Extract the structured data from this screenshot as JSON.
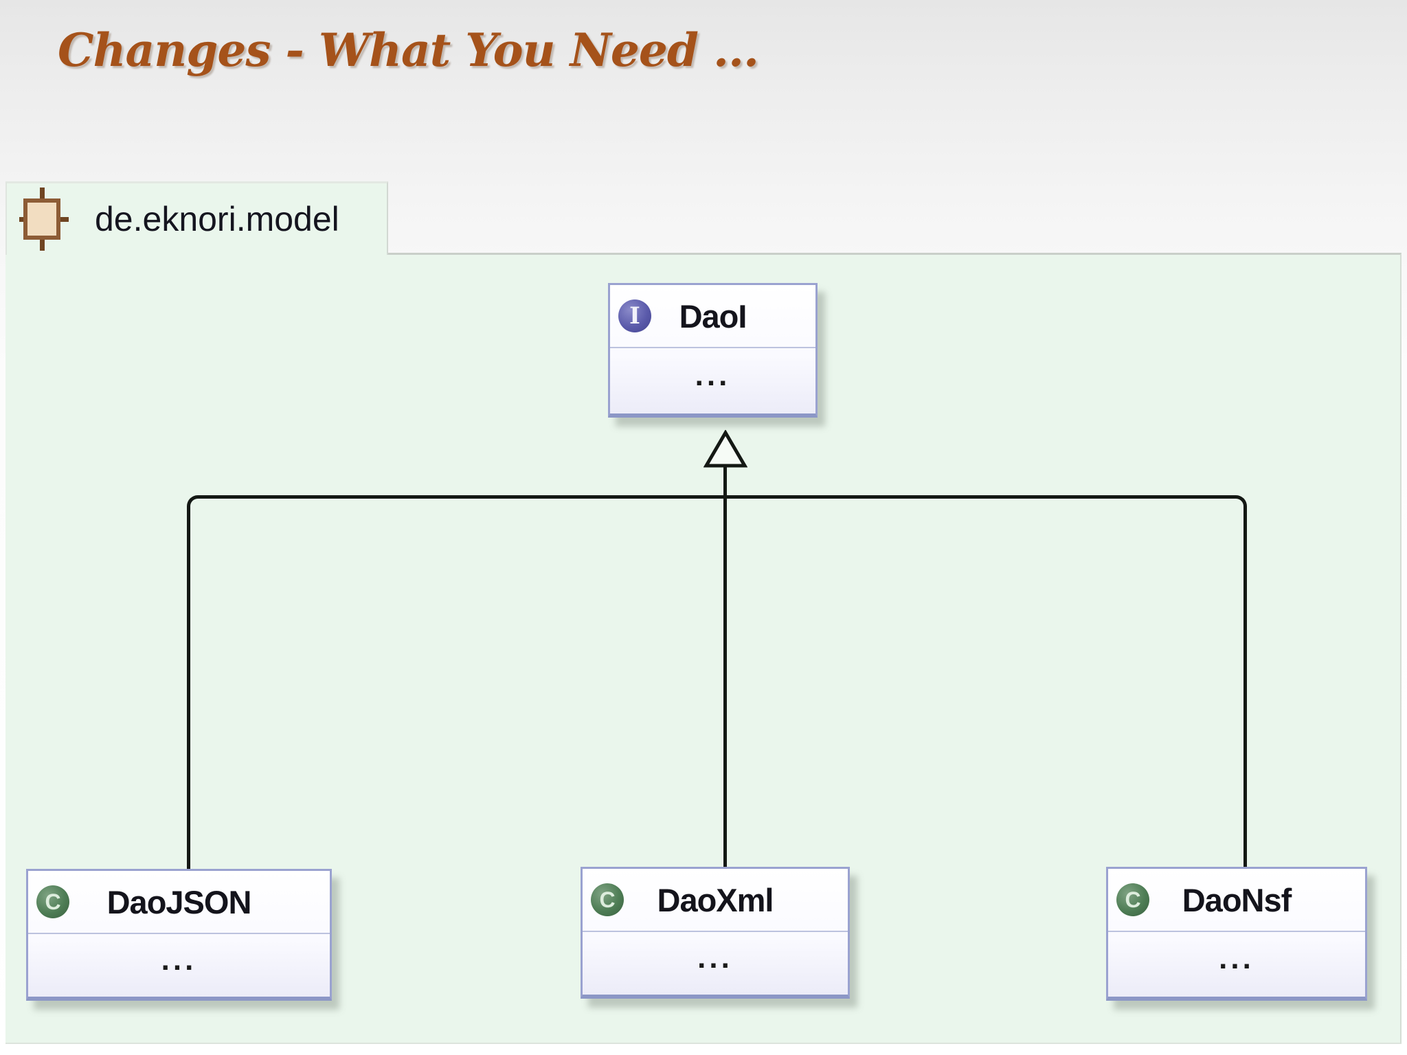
{
  "slide": {
    "title": "Changes - What You Need ..."
  },
  "package_tab": {
    "label": "de.eknori.model",
    "icon": "package-diagram-icon"
  },
  "diagram": {
    "relationship": "inheritance",
    "interface_node": {
      "name": "DaoI",
      "members": "...",
      "icon": "interface-icon",
      "icon_letter": "I"
    },
    "class_nodes": [
      {
        "name": "DaoJSON",
        "members": "...",
        "icon": "class-icon",
        "icon_letter": "C"
      },
      {
        "name": "DaoXml",
        "members": "...",
        "icon": "class-icon",
        "icon_letter": "C"
      },
      {
        "name": "DaoNsf",
        "members": "...",
        "icon": "class-icon",
        "icon_letter": "C"
      }
    ]
  },
  "colors": {
    "title_text": "#a5521a",
    "panel_background": "#eaf6ec",
    "box_border": "#9aa2d0",
    "interface_icon": "#5b5bab",
    "class_icon": "#4e7d55",
    "package_icon": "#8d5c36",
    "connector": "#141814"
  }
}
